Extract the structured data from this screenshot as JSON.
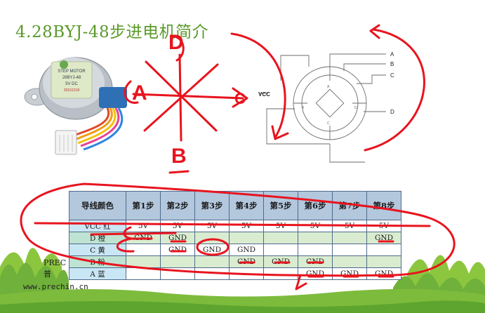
{
  "slide": {
    "title": "4.28BYJ-48步进电机简介"
  },
  "photo": {
    "label_line1": "STEP MOTOR",
    "label_line2": "28BYJ-48",
    "label_line3": "5V DC",
    "label_line4": "20151218"
  },
  "schematic": {
    "vcc_label": "VCC",
    "pins": [
      "A",
      "B",
      "C",
      "D"
    ]
  },
  "table": {
    "headers": [
      "导线颜色",
      "第1步",
      "第2步",
      "第3步",
      "第4步",
      "第5步",
      "第6步",
      "第7步",
      "第8步"
    ],
    "rows": [
      {
        "wire": "VCC 红",
        "cells": [
          "5V",
          "5V",
          "5V",
          "5V",
          "5V",
          "5V",
          "5V",
          "5V"
        ]
      },
      {
        "wire": "D 橙",
        "cells": [
          "GND",
          "GND",
          "",
          "",
          "",
          "",
          "",
          "GND"
        ]
      },
      {
        "wire": "C 黄",
        "cells": [
          "",
          "GND",
          "GND",
          "GND",
          "",
          "",
          "",
          ""
        ]
      },
      {
        "wire": "B 粉",
        "cells": [
          "",
          "",
          "",
          "GND",
          "GND",
          "GND",
          "",
          ""
        ]
      },
      {
        "wire": "A 蓝",
        "cells": [
          "",
          "",
          "",
          "",
          "",
          "GND",
          "GND",
          "GND"
        ]
      }
    ]
  },
  "footer": {
    "brand_line1": "PREC",
    "brand_line2": "普",
    "url": "www.prechin.cn"
  },
  "annotations": {
    "letter_d": "D",
    "letter_a": "A",
    "letter_b": "B",
    "letter_c": "C"
  },
  "colors": {
    "title": "#5a9a2a",
    "ink": "#e8141e",
    "header_bg": "#b3c7dd",
    "alt_row_bg": "#d9ecd0"
  }
}
